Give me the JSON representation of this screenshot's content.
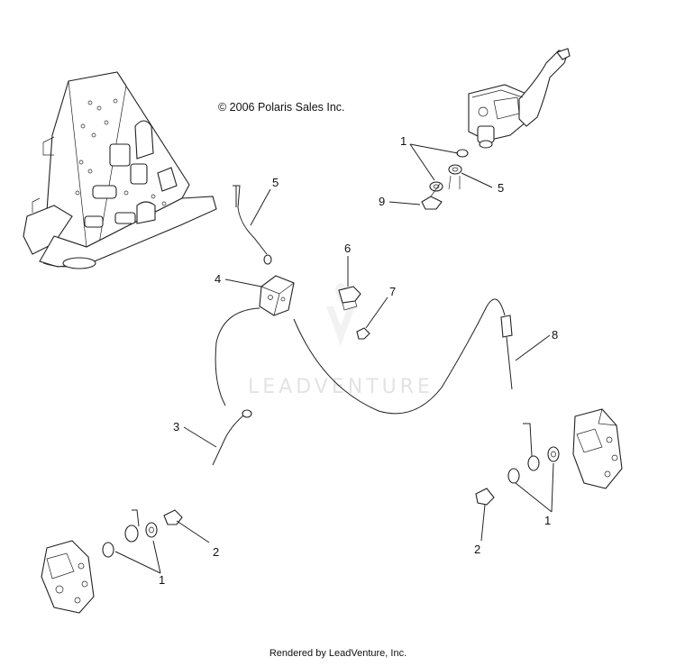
{
  "copyright": "© 2006 Polaris Sales Inc.",
  "watermark": "LEADVENTURE",
  "footer": "Rendered by LeadVenture, Inc.",
  "callouts": {
    "c1_top": "1",
    "c5_right": "5",
    "c9": "9",
    "c5_left": "5",
    "c6": "6",
    "c4": "4",
    "c7": "7",
    "c8": "8",
    "c3": "3",
    "c2_left": "2",
    "c1_left": "1",
    "c1_right": "1",
    "c2_right": "2"
  },
  "icons": {
    "frame": "chassis-frame-icon",
    "master": "brake-master-cylinder-icon",
    "caliper": "brake-caliper-icon",
    "logo": "leadventure-logo-icon"
  }
}
